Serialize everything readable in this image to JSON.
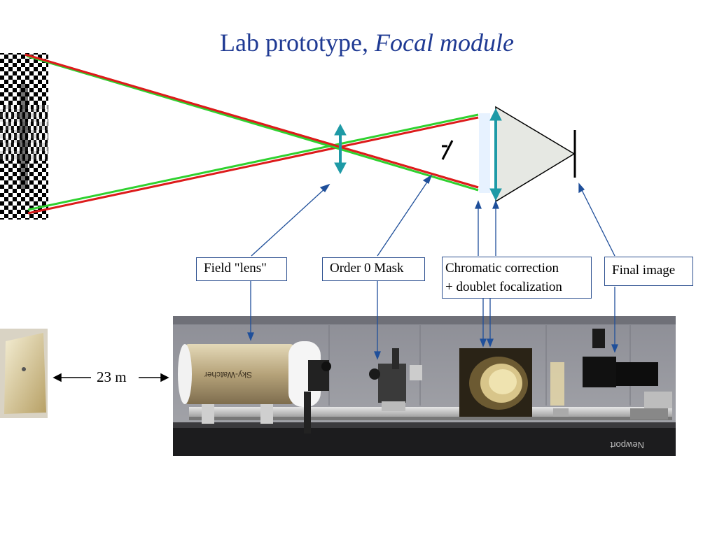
{
  "title": {
    "main": "Lab prototype,",
    "italic": "Focal module"
  },
  "labels": {
    "field_lens": "Field \"lens\"",
    "order0_mask": "Order 0 Mask",
    "chromatic_line1": "Chromatic correction",
    "chromatic_line2": "+ doublet focalization",
    "final_image": "Final image",
    "distance": "23 m"
  },
  "colors": {
    "title": "#1f3a93",
    "ray_red": "#dd1b1b",
    "ray_green": "#2fd12f",
    "lens": "#1e9aa6",
    "pointer": "#1f4f9a",
    "cone_fill": "#e6e8e3"
  },
  "photo": {
    "brand_scope": "Sky-Watcher",
    "brand_table": "Newport"
  }
}
